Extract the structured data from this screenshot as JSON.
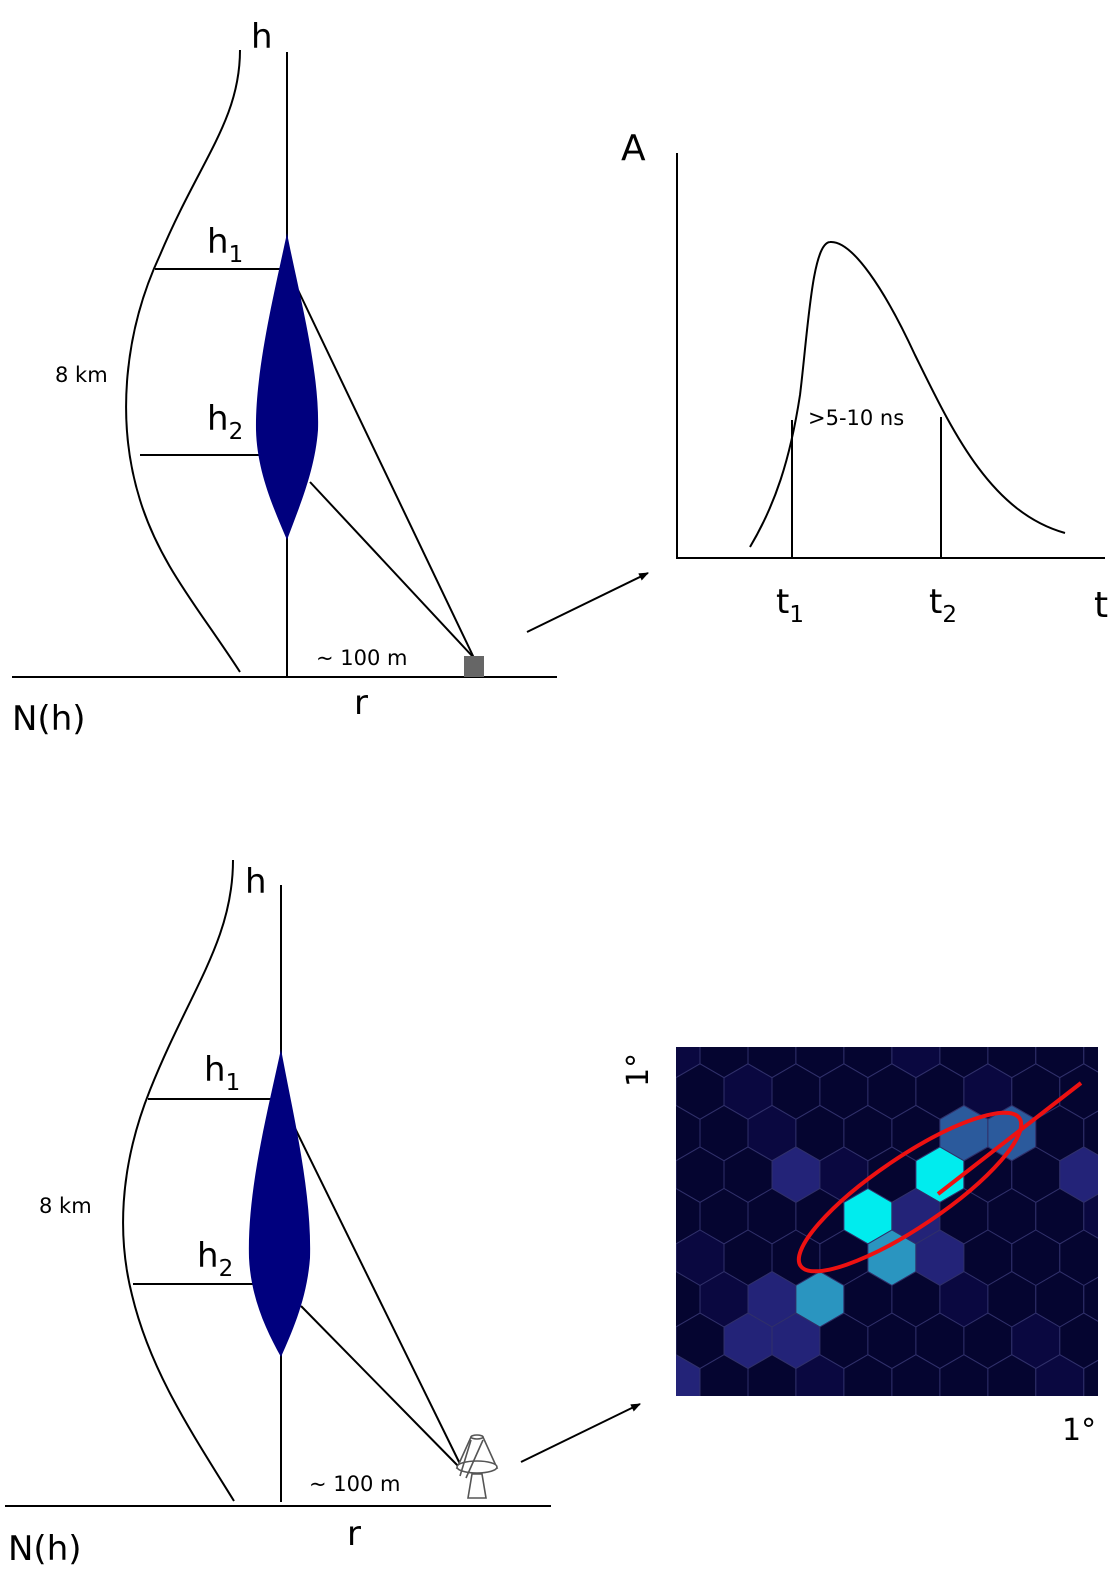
{
  "top_panel": {
    "axis_h": "h",
    "label_h1": "h",
    "label_h1_sub": "1",
    "label_h2": "h",
    "label_h2_sub": "2",
    "scale_height": "8 km",
    "distance": "~ 100 m",
    "axis_r": "r",
    "profile_label": "N(h)"
  },
  "pulse_plot": {
    "y_label": "A",
    "x_label": "t",
    "t1": "t",
    "t1_sub": "1",
    "t2": "t",
    "t2_sub": "2",
    "duration": ">5-10 ns"
  },
  "bottom_panel": {
    "axis_h": "h",
    "label_h1": "h",
    "label_h1_sub": "1",
    "label_h2": "h",
    "label_h2_sub": "2",
    "scale_height": "8 km",
    "distance": "~ 100 m",
    "axis_r": "r",
    "profile_label": "N(h)"
  },
  "camera_image": {
    "y_size": "1°",
    "x_size": "1°"
  },
  "colors": {
    "shower": "#00007e",
    "detector": "#666666",
    "ellipse": "#ee1111",
    "camera_bg": "#050530",
    "pixel_grid": "#30306a",
    "hot_pixel": "#00ecee",
    "mid_pixel": "#2a95c0",
    "warm_pixel": "#2b5a9c",
    "dim_pixel": "#232378"
  }
}
